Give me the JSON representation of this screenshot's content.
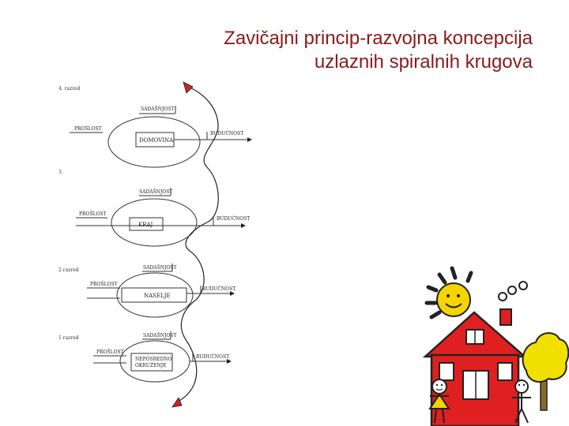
{
  "slide": {
    "title_line1": "Zavičajni princip-razvojna koncepcija",
    "title_line2": "uzlaznih spiralnih krugova"
  },
  "diagram": {
    "levels": [
      {
        "side": "4. razred",
        "present": "SADAŠNJOST",
        "past": "PROŠLOST",
        "future": "BUDUĆNOST",
        "center": "DOMOVINA"
      },
      {
        "side": "3.",
        "present": "SADAŠNJOST",
        "past": "PROŠLOST",
        "future": "BUDUĆNOST",
        "center": "KRAJ"
      },
      {
        "side": "2.razred",
        "present": "SADAŠNJOST",
        "past": "PROŠLOST",
        "future": "BUDUĆNOST",
        "center": "NASELJE"
      },
      {
        "side": "1.razred",
        "present": "SADAŠNJOST",
        "past": "PROŠLOST",
        "future": "BUDUĆNOST",
        "center_line1": "NEPOSREDNO",
        "center_line2": "OKRUŽENJE"
      }
    ]
  },
  "colors": {
    "title": "#8b1a1a",
    "arrow_head": "#cc2222",
    "house": "#e02020",
    "sun": "#f5d400",
    "tree": "#f0e000"
  }
}
